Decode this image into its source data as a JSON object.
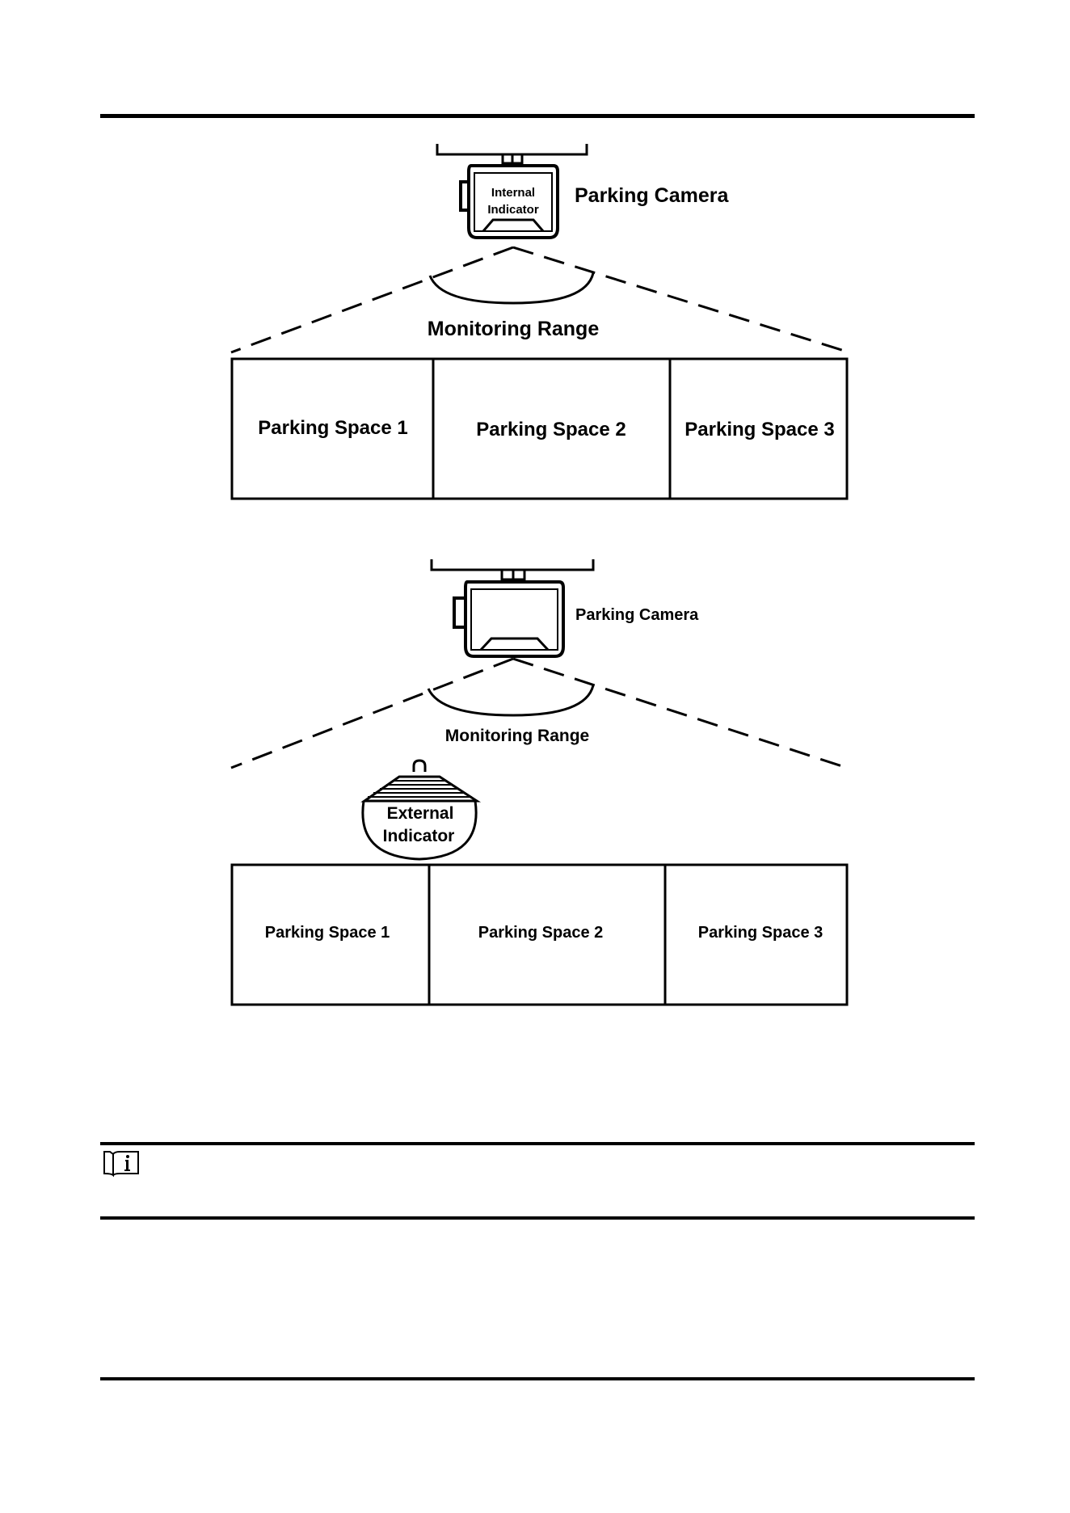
{
  "figure_internal": {
    "camera_label": "Parking Camera",
    "indicator_line1": "Internal",
    "indicator_line2": "Indicator",
    "range_label": "Monitoring Range",
    "spaces": [
      "Parking Space 1",
      "Parking Space 2",
      "Parking Space 3"
    ]
  },
  "figure_external": {
    "camera_label": "Parking Camera",
    "range_label": "Monitoring Range",
    "indicator_line1": "External",
    "indicator_line2": "Indicator",
    "spaces": [
      "Parking Space 1",
      "Parking Space 2",
      "Parking Space 3"
    ]
  },
  "note": {
    "icon": "note-book-icon"
  }
}
